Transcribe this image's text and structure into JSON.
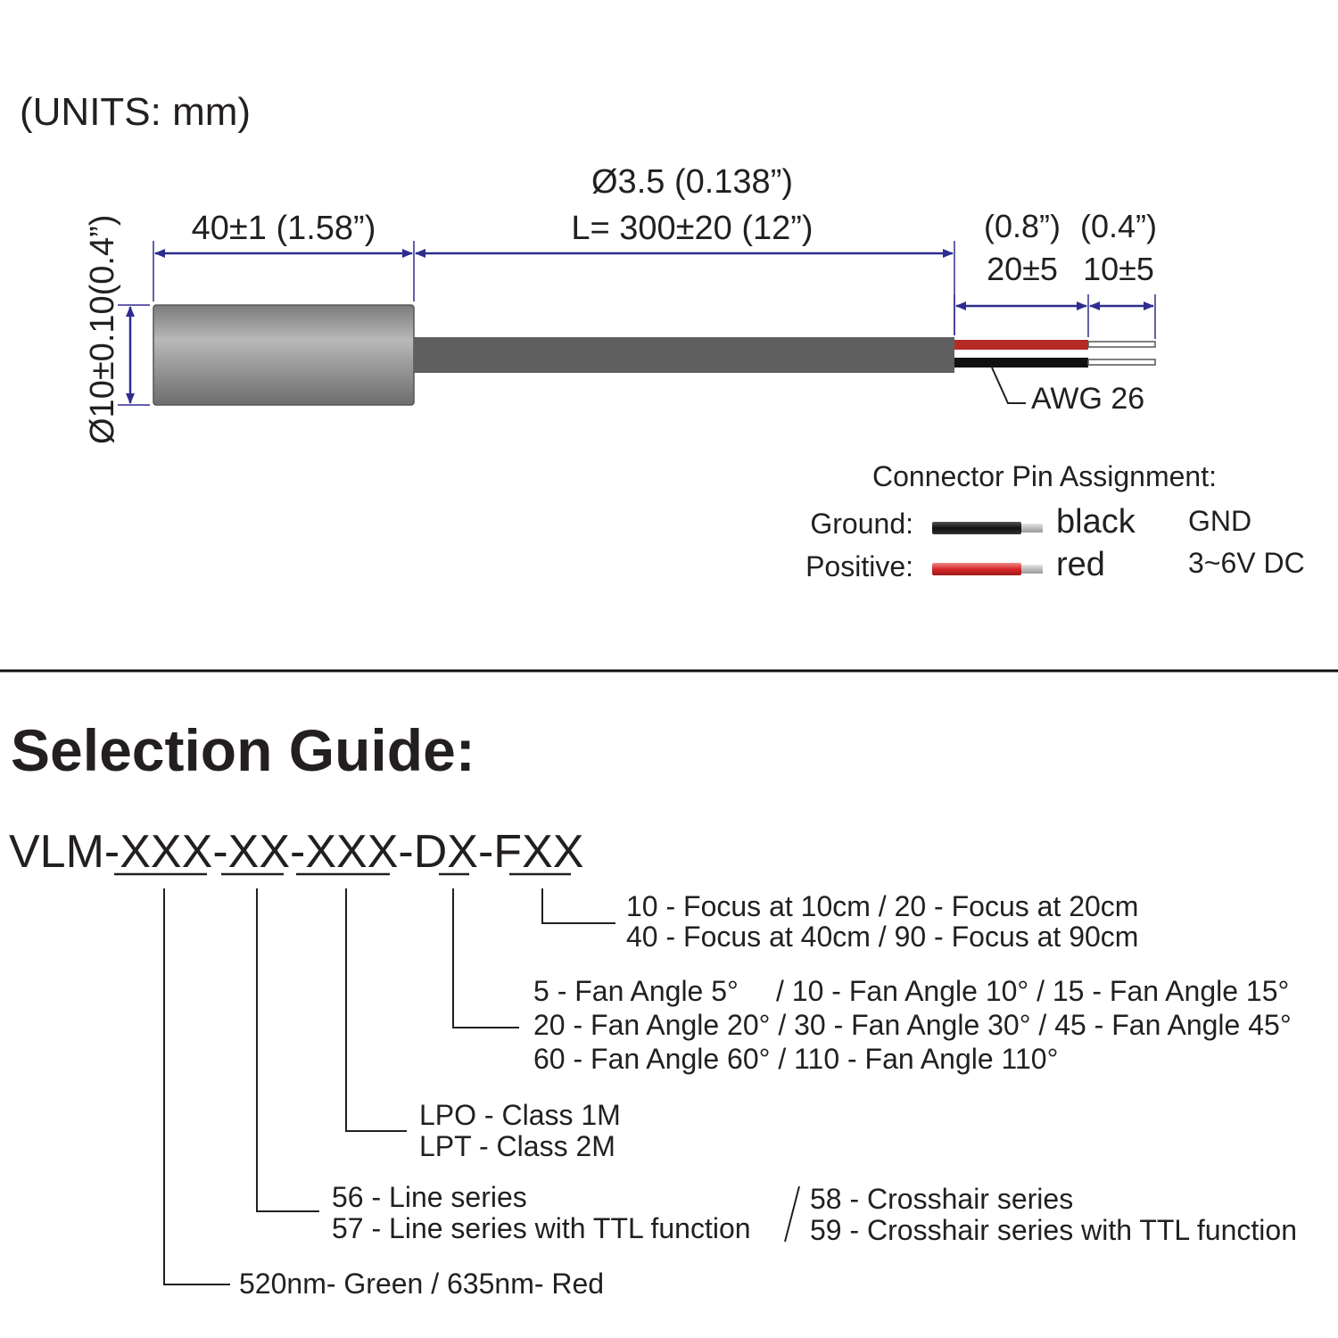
{
  "units": "(UNITS: mm)",
  "dimensions": {
    "diameter_vertical": "Ø10±0.10(0.4”)",
    "body_length": "40±1 (1.58”)",
    "cable_diameter": "Ø3.5 (0.138”)",
    "cable_length": "L= 300±20 (12”)",
    "lead_inch_1": "(0.8”)",
    "lead_inch_2": "(0.4”)",
    "lead_mm_1": "20±5",
    "lead_mm_2": "10±5",
    "awg": "AWG 26"
  },
  "connector": {
    "title": "Connector Pin Assignment:",
    "pins": [
      {
        "label": "Ground:",
        "color_name": "black",
        "function": "GND",
        "wire_color": "#111111"
      },
      {
        "label": "Positive:",
        "color_name": "red",
        "function": "3~6V DC",
        "wire_color": "#d62828"
      }
    ]
  },
  "selection": {
    "heading": "Selection Guide:",
    "code": {
      "prefix": "VLM-",
      "seg1": "XXX",
      "dash1": "-",
      "seg2": "XX",
      "dash2": "-",
      "seg3": "XXX",
      "mid": "-D",
      "seg4": "X",
      "mid2": "-F",
      "seg5": "XX"
    },
    "focus": [
      "10 - Focus at 10cm / 20 - Focus at 20cm",
      "40 - Focus at 40cm / 90 - Focus at 90cm"
    ],
    "fan": [
      "5 - Fan Angle 5°",
      "/ 10 - Fan Angle 10° / 15 - Fan Angle 15°",
      "20 - Fan Angle 20° / 30 - Fan Angle 30° / 45 - Fan Angle 45°",
      "60 - Fan Angle 60° / 110 - Fan Angle 110°"
    ],
    "laser_class": [
      "LPO - Class 1M",
      "LPT - Class 2M"
    ],
    "series_left": [
      "56 - Line series",
      "57 - Line series with TTL function"
    ],
    "series_right": [
      "58 - Crosshair series",
      "59 - Crosshair series with TTL function"
    ],
    "wavelength": "520nm- Green / 635nm- Red"
  },
  "colors": {
    "dimension_line": "#2e2c8f",
    "body_gray": "#8a8a8a",
    "cable_gray": "#5f5f5f",
    "wire_red": "#b52a24",
    "text": "#231f20"
  }
}
